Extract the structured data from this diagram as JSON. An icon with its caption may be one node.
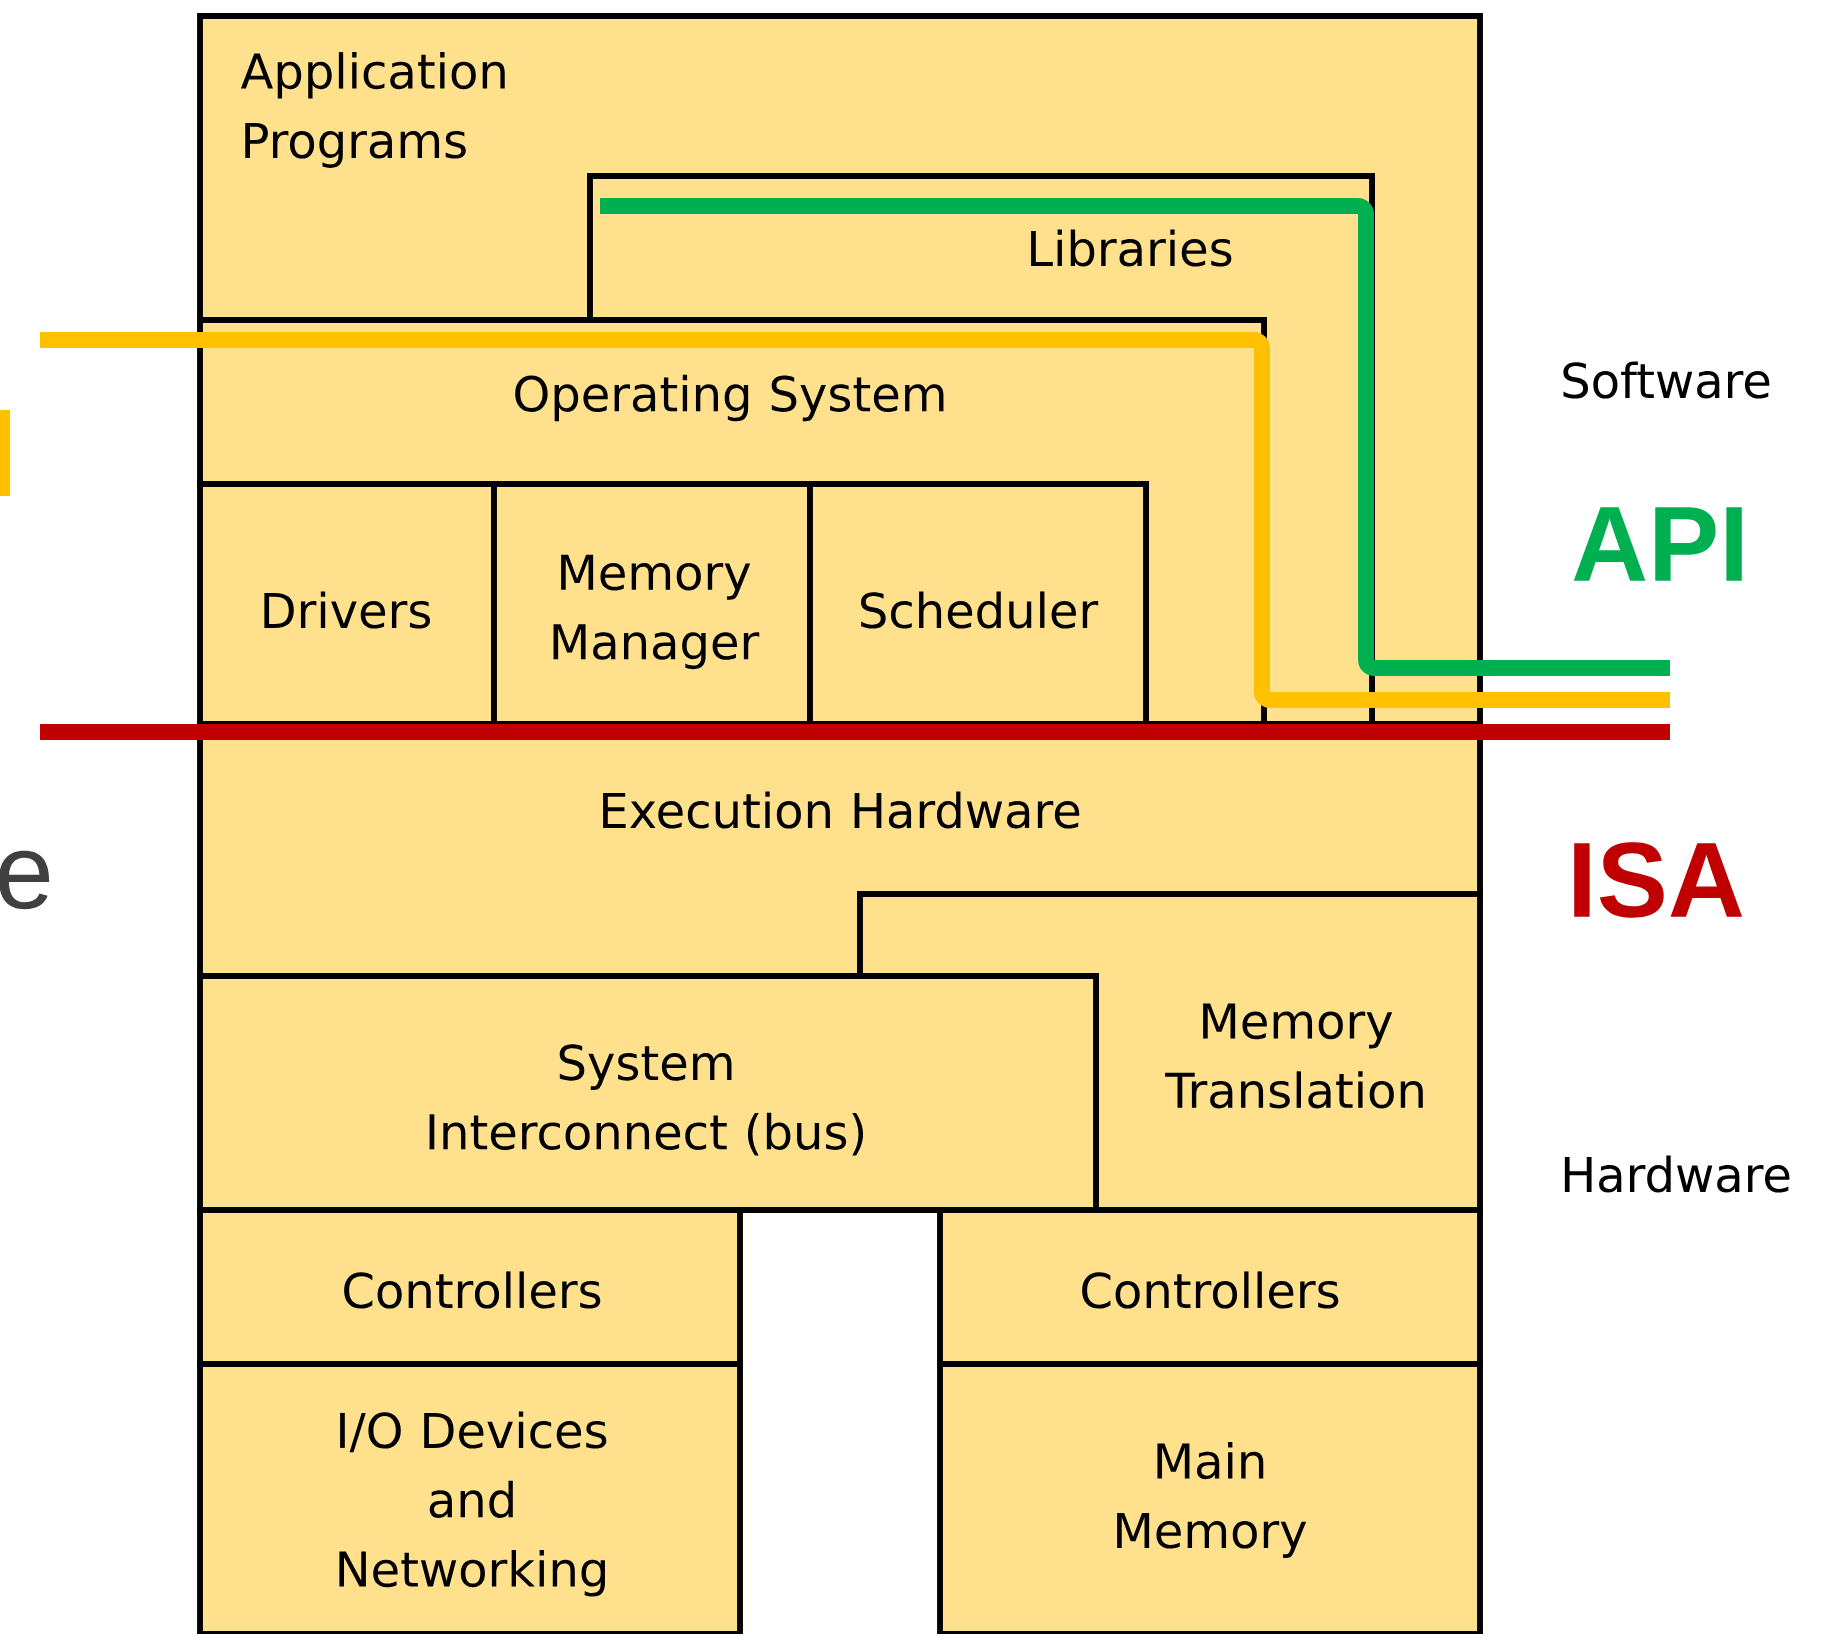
{
  "diagram": {
    "nodes": [
      {
        "text": [
          "Application Programs"
        ]
      },
      {
        "text": [
          "Libraries"
        ]
      },
      {
        "text": [
          "Operating System"
        ]
      },
      {
        "text": [
          "Drivers"
        ]
      },
      {
        "text": [
          "Memory Manager"
        ]
      },
      {
        "text": [
          "Scheduler"
        ]
      },
      {
        "text": [
          "Execution Hardware"
        ]
      },
      {
        "text": [
          "Memory Translation"
        ]
      },
      {
        "text": [
          "System Interconnect (bus)"
        ]
      },
      {
        "text": [
          "Controllers"
        ]
      },
      {
        "text": [
          "Controllers"
        ]
      },
      {
        "text": [
          "I/O Devices and Networking"
        ]
      },
      {
        "text": [
          "Main Memory"
        ]
      }
    ],
    "edges": [],
    "labels": [
      "Software",
      "API",
      "ISA",
      "Hardware",
      "e"
    ]
  }
}
